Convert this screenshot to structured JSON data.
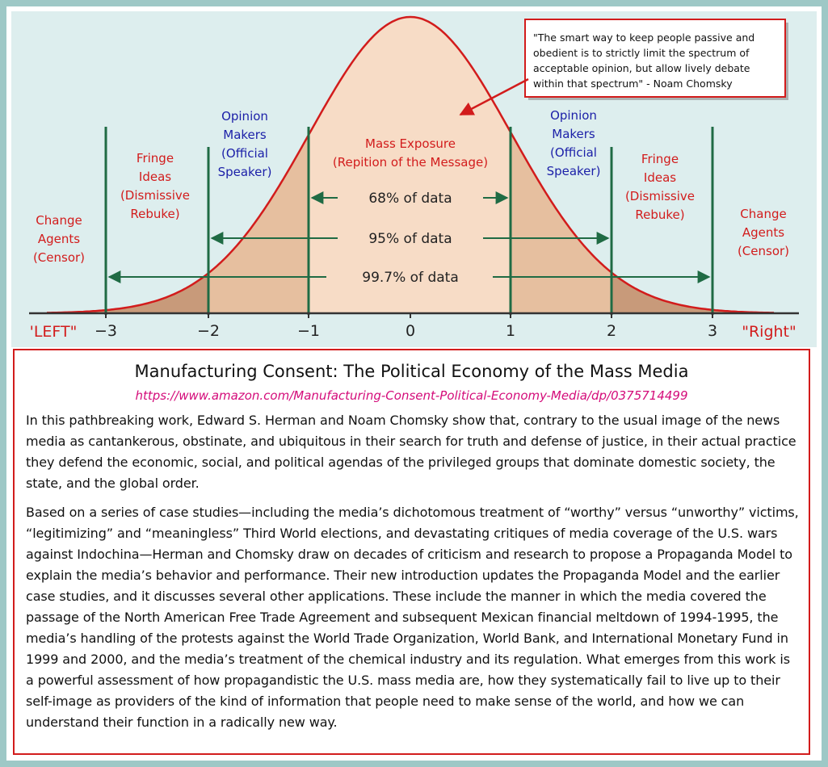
{
  "diagram": {
    "quote": [
      "\"The smart way to keep people passive and",
      "obedient is to strictly limit the spectrum of",
      "acceptable opinion, but allow lively debate",
      "within that spectrum\" - Noam Chomsky"
    ],
    "center_label": [
      "Mass Exposure",
      "(Repition of the Message)"
    ],
    "opinion_makers": [
      "Opinion",
      "Makers",
      "(Official",
      "Speaker)"
    ],
    "fringe_ideas": [
      "Fringe",
      "Ideas",
      "(Dismissive",
      "Rebuke)"
    ],
    "change_agents": [
      "Change",
      "Agents",
      "(Censor)"
    ],
    "ranges": [
      "68% of data",
      "95% of data",
      "99.7% of data"
    ],
    "axis_ticks": [
      "−3",
      "−2",
      "−1",
      "0",
      "1",
      "2",
      "3"
    ],
    "left_end_label": "'LEFT\"",
    "right_end_label": "\"Right\"",
    "colors": {
      "curve": "#d21c1c",
      "fill": "#f7dcc6",
      "tails": "#c89a7a",
      "lines": "#1f6b44",
      "accent_blue": "#1b1fa8"
    }
  },
  "book": {
    "title": "Manufacturing Consent: The Political Economy of the Mass Media",
    "url": "https://www.amazon.com/Manufacturing-Consent-Political-Economy-Media/dp/0375714499",
    "paragraph1": "In this pathbreaking work, Edward S. Herman and Noam Chomsky show that, contrary to the usual image of the news media as cantankerous, obstinate, and ubiquitous in their search for truth and defense of justice, in their actual practice they defend the economic, social, and political agendas of the privileged groups that dominate domestic society, the state, and the global order.",
    "paragraph2": "Based on a series of case studies—including the media’s dichotomous treatment of “worthy” versus “unworthy” victims, “legitimizing” and “meaningless” Third World elections, and devastating critiques of media coverage of the U.S. wars against Indochina—Herman and Chomsky draw on decades of criticism and research to propose a Propaganda Model to explain the media’s behavior and performance. Their new introduction updates the Propaganda Model and the earlier case studies, and it discusses several other applications. These include the manner in which the media covered the passage of the North American Free Trade Agreement and subsequent Mexican financial meltdown of 1994-1995, the media’s handling of the protests against the World Trade Organization, World Bank, and International Monetary Fund in 1999 and 2000, and the media’s treatment of the chemical industry and its regulation. What emerges from this work is a powerful assessment of how propagandistic the U.S. mass media are, how they systematically fail to live up to their self-image as providers of the kind of information that people need to make sense of the world, and how we can understand their function in a radically new way."
  }
}
